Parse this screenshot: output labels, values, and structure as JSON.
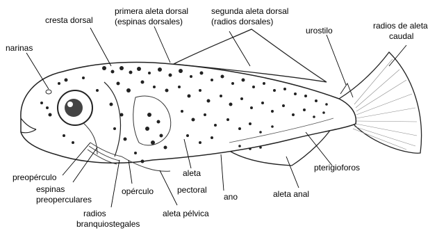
{
  "figure": {
    "accent_color": "#000000",
    "labels": {
      "narinas": "narinas",
      "cresta_dorsal": "cresta dorsal",
      "primera_aleta_dorsal_1": "primera aleta dorsal",
      "primera_aleta_dorsal_2": "(espinas dorsales)",
      "segunda_aleta_dorsal_1": "segunda aleta dorsal",
      "segunda_aleta_dorsal_2": "(radios dorsales)",
      "urostilo": "urostilo",
      "radios_caudal_1": "radios de aleta",
      "radios_caudal_2": "caudal",
      "preoperculo": "preopérculo",
      "espinas_preop_1": "espinas",
      "espinas_preop_2": "preoperculares",
      "operculo": "opérculo",
      "radios_branq_1": "radios",
      "radios_branq_2": "branquiostegales",
      "aleta_pectoral_1": "aleta",
      "aleta_pectoral_2": "pectoral",
      "ano": "ano",
      "aleta_pelvica": "aleta pélvica",
      "aleta_anal": "aleta anal",
      "pterigioforos": "pterigioforos"
    }
  }
}
